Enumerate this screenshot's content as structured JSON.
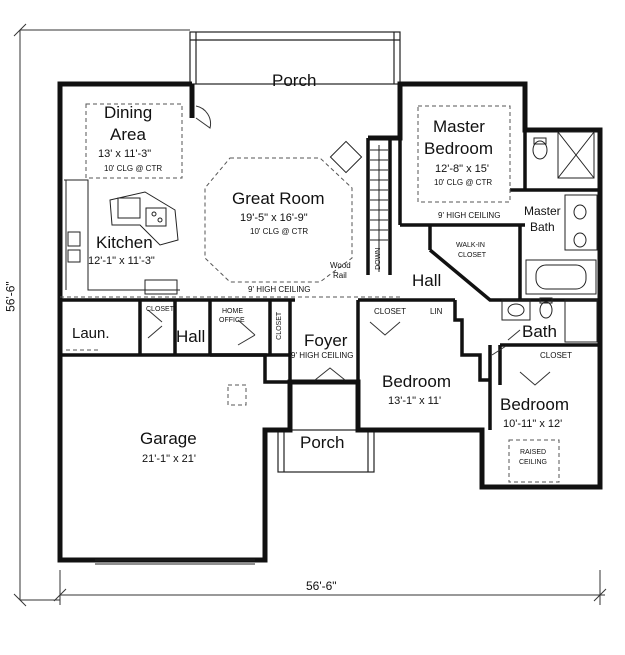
{
  "plan": {
    "overall_width": "56'-6\"",
    "overall_depth": "56'-6\"",
    "rooms": {
      "porch_top": {
        "name": "Porch"
      },
      "dining": {
        "name_1": "Dining",
        "name_2": "Area",
        "dims": "13' x 11'-3\"",
        "note": "10' CLG @ CTR"
      },
      "great_room": {
        "name": "Great Room",
        "dims": "19'-5\" x 16'-9\"",
        "note": "10' CLG @ CTR"
      },
      "kitchen": {
        "name": "Kitchen",
        "dims": "12'-1\" x 11'-3\""
      },
      "master_bedroom": {
        "name_1": "Master",
        "name_2": "Bedroom",
        "dims": "12'-8\" x 15'",
        "note": "10' CLG @ CTR",
        "ceiling": "9' HIGH CEILING"
      },
      "master_bath": {
        "name_1": "Master",
        "name_2": "Bath"
      },
      "walk_in_closet": {
        "name_1": "WALK-IN",
        "name_2": "CLOSET"
      },
      "hall_right": {
        "name": "Hall"
      },
      "hall_left": {
        "name": "Hall"
      },
      "laundry": {
        "name": "Laun."
      },
      "closet_laundry": {
        "name": "CLOSET"
      },
      "home_office": {
        "name_1": "HOME",
        "name_2": "OFFICE"
      },
      "closet_foyer": {
        "name": "CLOSET"
      },
      "foyer": {
        "name": "Foyer",
        "ceiling": "9' HIGH CEILING"
      },
      "closet_bed2": {
        "name": "CLOSET"
      },
      "lin": {
        "name": "LIN"
      },
      "bedroom2": {
        "name": "Bedroom",
        "dims": "13'-1\" x 11'"
      },
      "bath": {
        "name": "Bath"
      },
      "closet_bed3": {
        "name": "CLOSET"
      },
      "bedroom3": {
        "name": "Bedroom",
        "dims": "10'-11\" x 12'",
        "note_1": "RAISED",
        "note_2": "CEILING"
      },
      "garage": {
        "name": "Garage",
        "dims": "21'-1\" x 21'"
      },
      "porch_front": {
        "name": "Porch"
      }
    },
    "annotations": {
      "great_room_ceiling": "9' HIGH CEILING",
      "wood_rail_1": "Wood",
      "wood_rail_2": "Rail",
      "down": "DOWN"
    }
  }
}
